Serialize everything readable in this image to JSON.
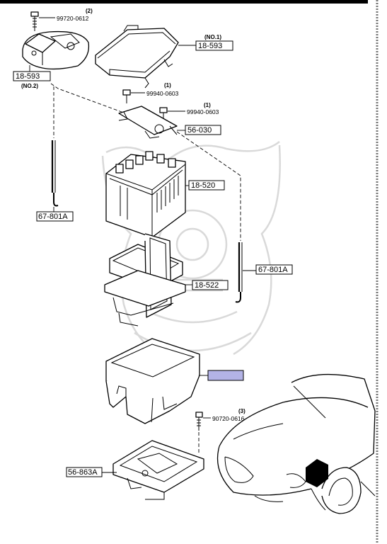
{
  "diagram": {
    "callouts": {
      "no1_tag": "(NO.1)",
      "no1_part": "18-593",
      "no2_part": "18-593",
      "no2_tag": "(NO.2)",
      "part_56_030": "56-030",
      "part_18_520": "18-520",
      "part_67_801a_left": "67-801A",
      "part_67_801a_right": "67-801A",
      "part_18_522": "18-522",
      "part_56_863a": "56-863A"
    },
    "fasteners": {
      "bolt_top": {
        "qty": "(2)",
        "number": "99720-0612"
      },
      "nut_a": {
        "qty": "(1)",
        "number": "99940-0603"
      },
      "nut_b": {
        "qty": "(1)",
        "number": "99940-0603"
      },
      "bolt_tray": {
        "qty": "(3)",
        "number": "90720-0616"
      }
    },
    "highlight_color": "#b3b3e6",
    "location_marker_color": "#000000"
  }
}
